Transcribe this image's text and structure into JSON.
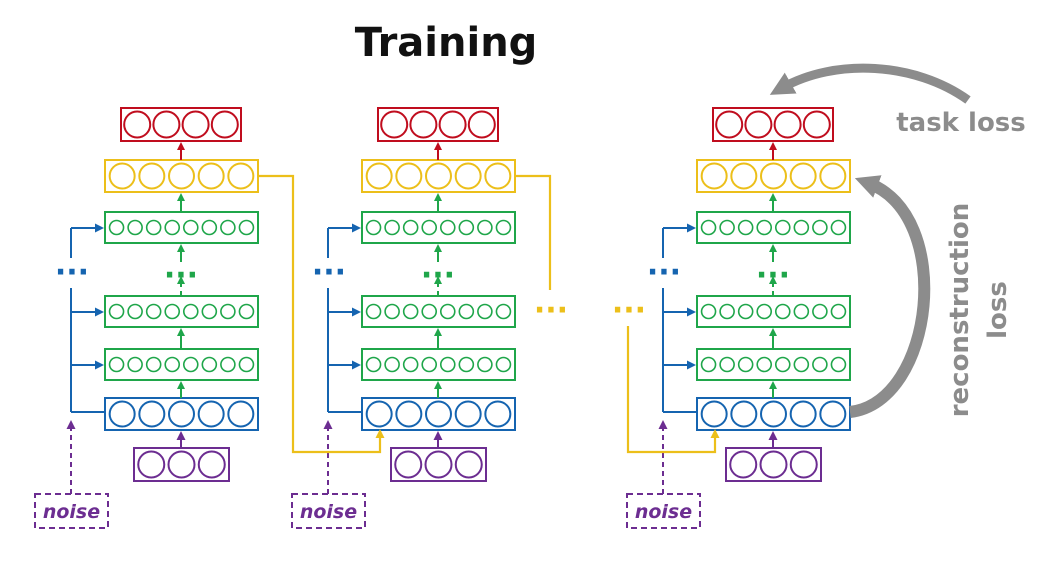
{
  "title": "Training",
  "labels": {
    "task_loss": "task loss",
    "reconstruction_loss_line1": "reconstruction",
    "reconstruction_loss_line2": "loss",
    "noise": "noise",
    "ellipsis": "···"
  },
  "colors": {
    "output": "#c00d1e",
    "hidden": "#ecbf1a",
    "encoder": "#1fa64a",
    "input_embed": "#1564b0",
    "input": "#6c2d91",
    "loss_arrow": "#8c8c8c",
    "noise": "#6c2d91"
  },
  "columns": 3
}
